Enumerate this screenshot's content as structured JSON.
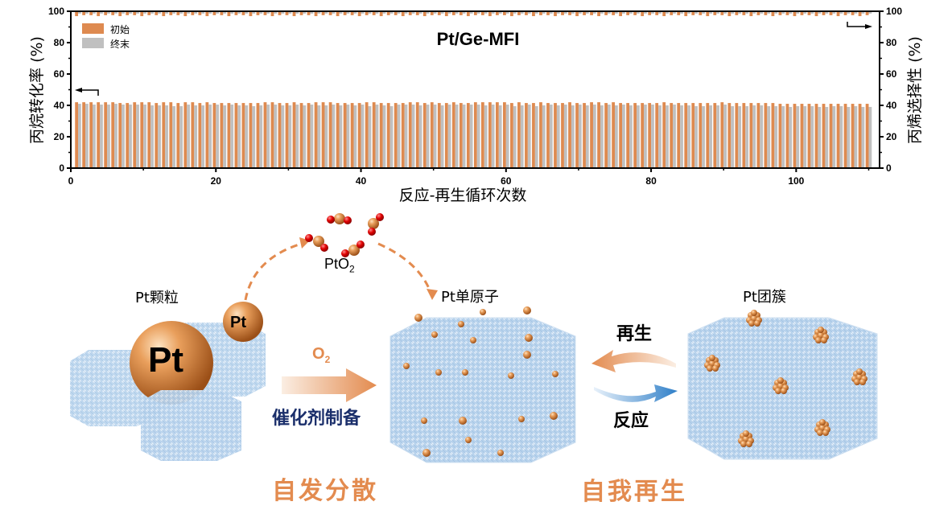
{
  "chart_data": {
    "type": "bar",
    "title": "Pt/Ge-MFI",
    "xlabel": "反应-再生循环次数",
    "ylabel_left": "丙烷转化率 (%)",
    "ylabel_right": "丙烯选择性 (%)",
    "xlim": [
      0,
      111.5
    ],
    "ylim": [
      0,
      100
    ],
    "x_ticks": [
      0,
      20,
      40,
      60,
      80,
      100
    ],
    "y_ticks": [
      0,
      20,
      40,
      60,
      80,
      100
    ],
    "grid": false,
    "legend": {
      "position": "top-left",
      "entries": [
        "初始",
        "终末"
      ]
    },
    "series_colors": {
      "初始": "#de8a50",
      "终末": "#c0c0c0"
    },
    "cycles": 110,
    "conversion_initial_approx": 41.5,
    "conversion_final_approx": 40.3,
    "selectivity_initial_approx": 97.5,
    "selectivity_final_approx": 98.5,
    "conversion_initial": [
      42,
      42,
      42,
      42,
      42,
      42,
      41.5,
      41.5,
      42,
      42,
      42,
      41.5,
      42,
      42,
      41.5,
      42,
      42,
      41.5,
      42,
      41.5,
      41.5,
      41.5,
      41.5,
      41.5,
      41.5,
      41.5,
      42,
      42,
      41.5,
      41.5,
      42,
      41.5,
      41.5,
      42,
      42,
      42,
      41.5,
      41.5,
      41.5,
      41.5,
      42,
      42,
      41.5,
      41.5,
      41.5,
      41.5,
      42,
      42,
      41.5,
      42,
      41.5,
      41.5,
      42,
      41.5,
      41.5,
      42,
      42,
      42,
      42,
      42,
      41.5,
      42,
      41.5,
      41.5,
      42,
      41.5,
      41.5,
      41.5,
      42,
      41.5,
      41.5,
      42,
      42,
      41.5,
      42,
      41.5,
      41.5,
      41.5,
      41.5,
      41.5,
      41.5,
      42,
      41.5,
      41.5,
      41.5,
      41.5,
      41.5,
      41.5,
      41.5,
      42,
      41.5,
      41.5,
      41.5,
      41.5,
      41.5,
      41.5,
      41.5,
      41,
      41,
      41,
      41,
      41,
      41,
      41,
      41,
      41,
      41,
      41,
      41,
      41
    ],
    "conversion_final": [
      41,
      41,
      40.5,
      40.5,
      40.5,
      41,
      40.5,
      40.5,
      40.5,
      40.5,
      40,
      40,
      40,
      39.5,
      39.5,
      40.5,
      40,
      40,
      40.5,
      40.5,
      40,
      40.5,
      40,
      40,
      39.5,
      40,
      40.5,
      40.5,
      40,
      40,
      40.5,
      40,
      40.5,
      40,
      40,
      40.5,
      40,
      40.5,
      40,
      40.5,
      39.5,
      40.5,
      40,
      39.5,
      40.5,
      40.5,
      40.5,
      40,
      40.5,
      40.5,
      40,
      40.5,
      40.5,
      40.5,
      40.5,
      40.5,
      40,
      40.5,
      40,
      40.5,
      39.5,
      40,
      40.5,
      39.5,
      40,
      40.5,
      40,
      40.5,
      40,
      40.5,
      40,
      40.5,
      40,
      40.5,
      40,
      40.5,
      40,
      40,
      40.5,
      40.5,
      40,
      40,
      40.5,
      40,
      40,
      39.5,
      39.5,
      40,
      40,
      40.5,
      39.5,
      39.5,
      39.5,
      40,
      40,
      39.5,
      39.5,
      39.5,
      39,
      39.5,
      39.5,
      39.5,
      39,
      39,
      39.5,
      39.5,
      39,
      39.5,
      39,
      39
    ],
    "selectivity_initial_base": 97.5,
    "selectivity_final_base": 98.5
  },
  "diagram": {
    "labels": {
      "particle": "Pt颗粒",
      "single_atom": "Pt单原子",
      "cluster": "Pt团簇",
      "pt_big": "Pt",
      "pt_small": "Pt",
      "pto2_main": "PtO",
      "pto2_sub": "2",
      "o2_main": "O",
      "o2_sub": "2",
      "prep": "催化剂制备",
      "regen": "再生",
      "react": "反应",
      "spontaneous": "自发分散",
      "self_regen": "自我再生"
    },
    "colors": {
      "orange": "#e38b4f",
      "navy": "#1b2f6b",
      "blue": "#3a84c8",
      "zeolite": "#a9c8e6",
      "oxygen": "#e00000"
    }
  }
}
